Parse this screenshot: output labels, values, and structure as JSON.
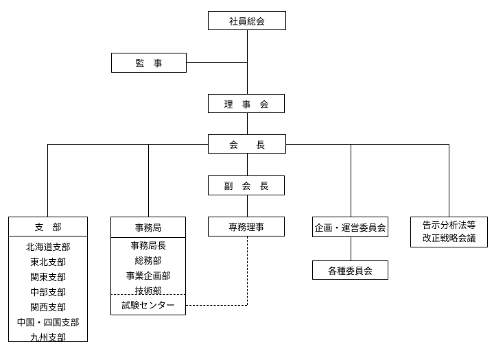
{
  "org": {
    "general_meeting": "社員総会",
    "auditor": "監　事",
    "board_of_directors": "理　事　会",
    "chairman": "会　　長",
    "vice_chairman": "副　会　長",
    "executive_director": "専務理事",
    "branches_header": "支　部",
    "branches": [
      "北海道支部",
      "東北支部",
      "関東支部",
      "中部支部",
      "関西支部",
      "中国・四国支部",
      "九州支部"
    ],
    "secretariat_header": "事務局",
    "secretariat": [
      "事務局長",
      "総務部",
      "事業企画部",
      "技術部"
    ],
    "test_center": "試験センター",
    "planning_operation_committee": "企画・運営委員会",
    "various_committees": "各種委員会",
    "strategy_meeting_line1": "告示分析法等",
    "strategy_meeting_line2": "改正戦略会議"
  },
  "colors": {
    "line": "#000000",
    "background": "#ffffff",
    "text": "#000000"
  }
}
